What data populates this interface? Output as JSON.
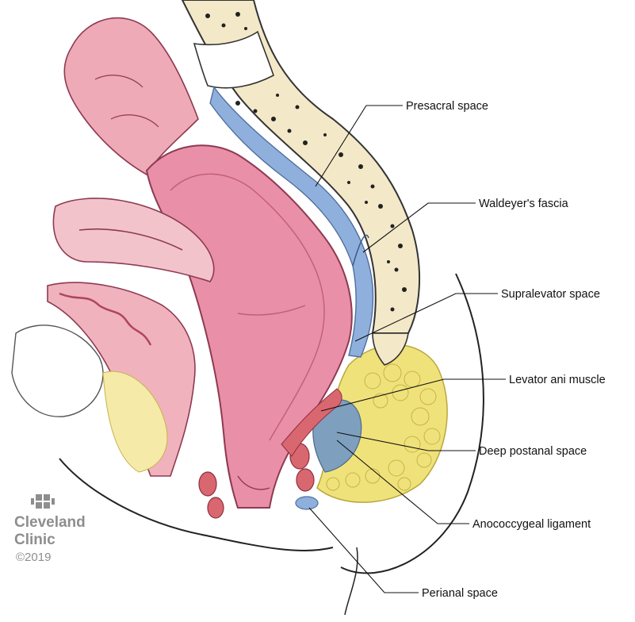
{
  "labels": {
    "presacral": "Presacral space",
    "waldeyer": "Waldeyer's fascia",
    "supralevator": "Supralevator space",
    "levator": "Levator ani muscle",
    "deep_postanal": "Deep postanal space",
    "anococcygeal": "Anococcygeal ligament",
    "perianal": "Perianal space"
  },
  "logo": {
    "line1": "Cleveland",
    "line2": "Clinic",
    "copyright": "©2019"
  },
  "colors": {
    "rectum": "#e98fa8",
    "rectum_dark": "#c25d79",
    "presacral": "#8fb0dc",
    "bone": "#f3e8c8",
    "fat": "#f0e27a",
    "muscle": "#d9676f",
    "logo": "#8e8e8e"
  }
}
